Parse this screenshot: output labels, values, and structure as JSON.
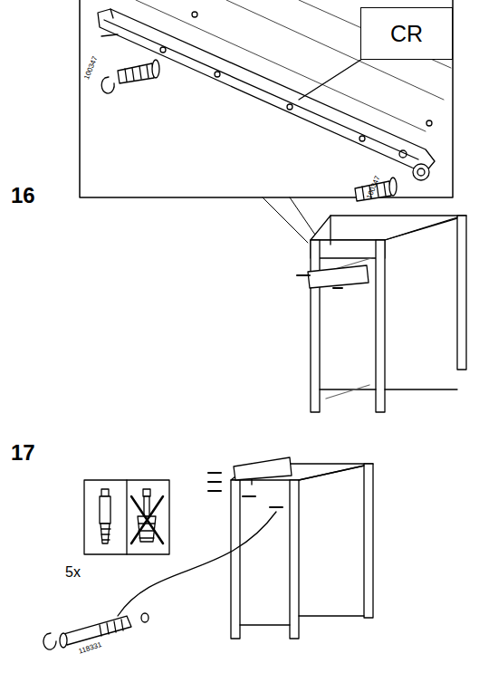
{
  "diagram": {
    "nodes": [
      {
        "text": [
          "CR"
        ]
      }
    ],
    "labels": [
      "16",
      "100347",
      "100347",
      "17",
      "5x",
      "118331"
    ]
  }
}
